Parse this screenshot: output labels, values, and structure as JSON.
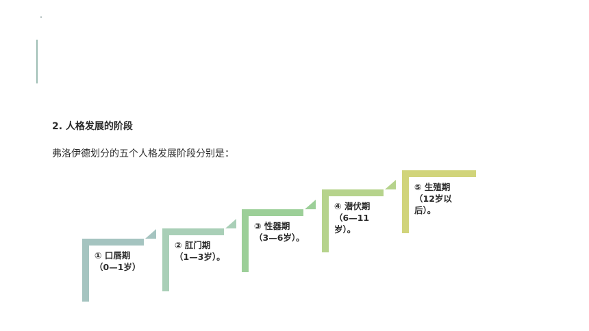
{
  "heading": "2. 人格发展的阶段",
  "intro": "弗洛伊德划分的五个人格发展阶段分别是：",
  "steps": [
    {
      "line1": "① 口唇期",
      "line2": "（0—1岁）",
      "line3": "",
      "color": "#a5c4c0"
    },
    {
      "line1": "② 肛门期",
      "line2": "（1—3岁）。",
      "line3": "",
      "color": "#a9cfb7"
    },
    {
      "line1": "③ 性器期",
      "line2": "（3—6岁）。",
      "line3": "",
      "color": "#9ccf98"
    },
    {
      "line1": "④ 潜伏期",
      "line2": "（6—11",
      "line3": "岁）。",
      "color": "#b6d38c"
    },
    {
      "line1": "⑤ 生殖期",
      "line2": "（12岁以",
      "line3": "后）。",
      "color": "#d1d47a"
    }
  ]
}
